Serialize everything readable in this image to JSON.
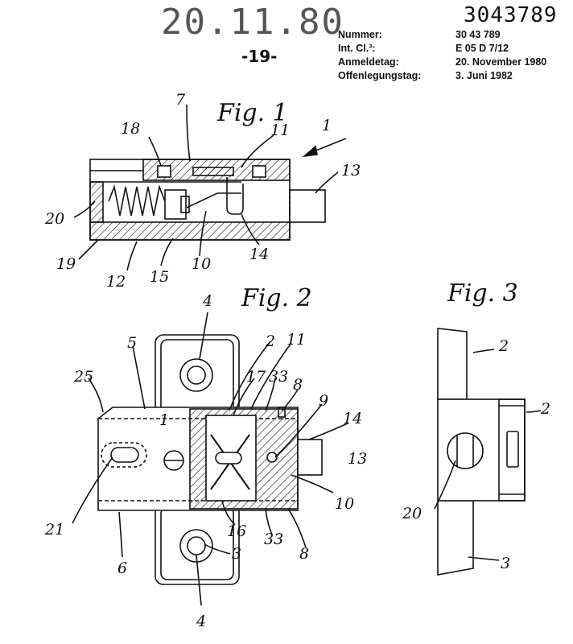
{
  "header": {
    "stamp_date": "20.11.80",
    "page_marker": "-19-",
    "document_number": "3043789",
    "fields": [
      {
        "label": "Nummer:",
        "value": "30 43 789"
      },
      {
        "label": "Int. Cl.³:",
        "value": "E 05 D 7/12"
      },
      {
        "label": "Anmeldetag:",
        "value": "20. November 1980"
      },
      {
        "label": "Offenlegungstag:",
        "value": "3. Juni 1982"
      }
    ]
  },
  "figures": {
    "fig1": {
      "title": "Fig. 1",
      "labels": {
        "l1": "1",
        "l7": "7",
        "l18": "18",
        "l11": "11",
        "l13": "13",
        "l20": "20",
        "l19": "19",
        "l12": "12",
        "l15": "15",
        "l10": "10",
        "l14": "14"
      }
    },
    "fig2": {
      "title": "Fig. 2",
      "labels": {
        "l4a": "4",
        "l5": "5",
        "l25": "25",
        "l2": "2",
        "l11": "11",
        "l17": "17",
        "l33a": "33",
        "l8a": "8",
        "l9": "9",
        "l14": "14",
        "l13": "13",
        "l10": "10",
        "l21": "21",
        "l16": "16",
        "l33b": "33",
        "l8b": "8",
        "l3": "3",
        "l6": "6",
        "l4b": "4",
        "l1": "1"
      }
    },
    "fig3": {
      "title": "Fig. 3",
      "labels": {
        "l2a": "2",
        "l2b": "2",
        "l3": "3",
        "l20": "20"
      }
    }
  }
}
